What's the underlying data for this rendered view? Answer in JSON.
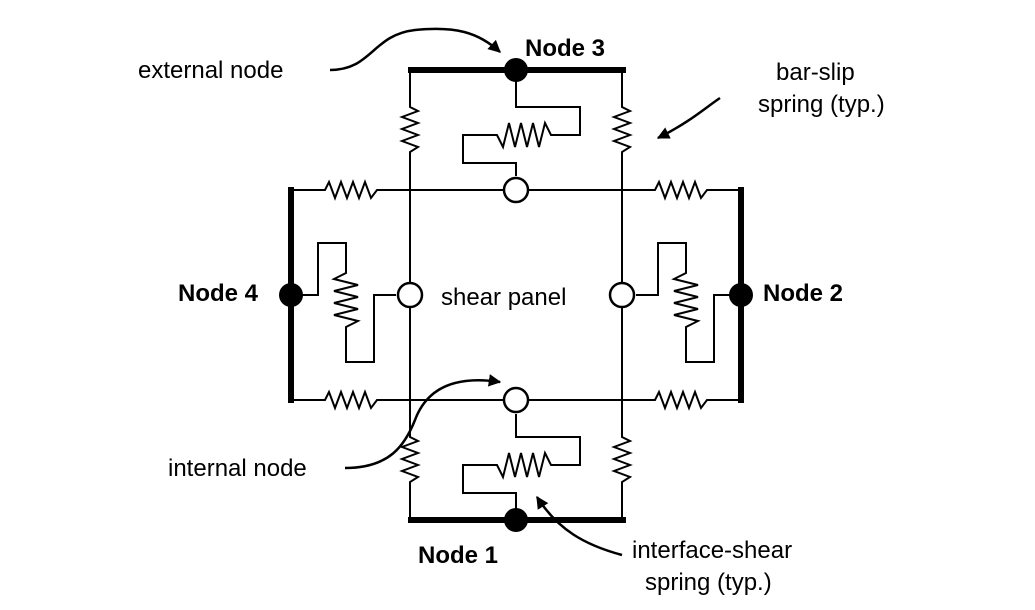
{
  "labels": {
    "node1": "Node 1",
    "node2": "Node 2",
    "node3": "Node 3",
    "node4": "Node 4",
    "shear_panel": "shear panel",
    "external_node": "external node",
    "internal_node": "internal node",
    "bar_slip_line1": "bar-slip",
    "bar_slip_line2": "spring (typ.)",
    "interface_shear_line1": "interface-shear",
    "interface_shear_line2": "spring (typ.)"
  },
  "colors": {
    "stroke": "#000000",
    "background": "#ffffff"
  }
}
